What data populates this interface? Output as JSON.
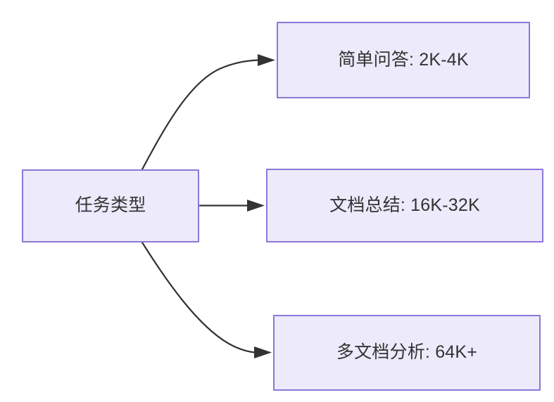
{
  "diagram": {
    "type": "flowchart",
    "direction": "left-to-right",
    "theme": {
      "node_fill": "#ECEAFB",
      "node_border": "#8E76D8",
      "text_color": "#333333",
      "edge_color": "#333333",
      "background": "#FFFFFF"
    },
    "source_node": {
      "id": "task-type",
      "label": "任务类型"
    },
    "target_nodes": [
      {
        "id": "simple-qa",
        "label": "简单问答: 2K-4K"
      },
      {
        "id": "doc-summary",
        "label": "文档总结: 16K-32K"
      },
      {
        "id": "multi-doc-analysis",
        "label": "多文档分析: 64K+"
      }
    ],
    "edges": [
      {
        "from": "task-type",
        "to": "simple-qa",
        "style": "curved-up",
        "arrow": "filled-triangle"
      },
      {
        "from": "task-type",
        "to": "doc-summary",
        "style": "straight",
        "arrow": "filled-triangle"
      },
      {
        "from": "task-type",
        "to": "multi-doc-analysis",
        "style": "curved-down",
        "arrow": "filled-triangle"
      }
    ]
  }
}
